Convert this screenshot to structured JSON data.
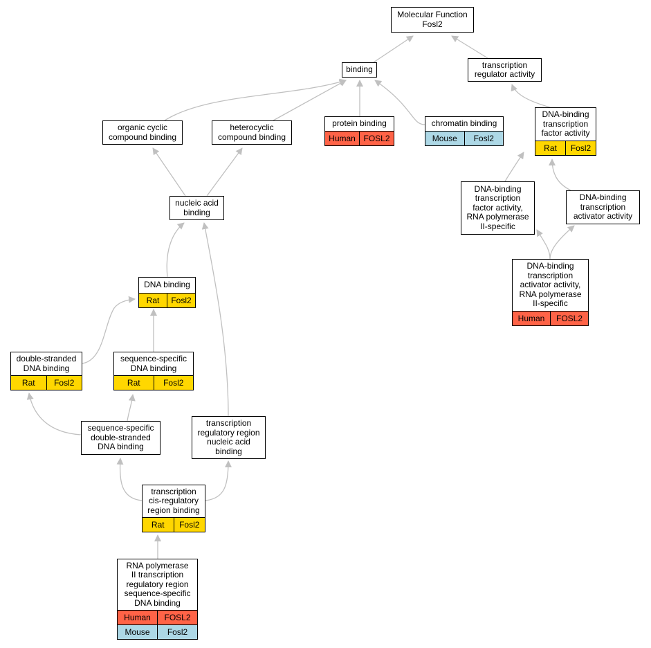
{
  "colors": {
    "edge": "#c0c0c0",
    "human": "#ff6347",
    "rat": "#ffd700",
    "mouse": "#add8e6"
  },
  "nodes": {
    "mf": {
      "title": "Molecular Function\nFosl2"
    },
    "binding": {
      "title": "binding"
    },
    "tra": {
      "title": "transcription\nregulator activity"
    },
    "ocb": {
      "title": "organic cyclic\ncompound binding"
    },
    "hcb": {
      "title": "heterocyclic\ncompound binding"
    },
    "pb": {
      "title": "protein binding",
      "rows": [
        {
          "species": "Human",
          "gene": "FOSL2"
        }
      ]
    },
    "cb": {
      "title": "chromatin binding",
      "rows": [
        {
          "species": "Mouse",
          "gene": "Fosl2"
        }
      ]
    },
    "dbtfa": {
      "title": "DNA-binding\ntranscription\nfactor activity",
      "rows": [
        {
          "species": "Rat",
          "gene": "Fosl2"
        }
      ]
    },
    "nab": {
      "title": "nucleic acid\nbinding"
    },
    "dbtfa2": {
      "title": "DNA-binding\ntranscription\nfactor activity,\nRNA polymerase\nII-specific"
    },
    "dbtaa": {
      "title": "DNA-binding\ntranscription\nactivator activity"
    },
    "dbtaa2": {
      "title": "DNA-binding\ntranscription\nactivator activity,\nRNA polymerase\nII-specific",
      "rows": [
        {
          "species": "Human",
          "gene": "FOSL2"
        }
      ]
    },
    "db": {
      "title": "DNA binding",
      "rows": [
        {
          "species": "Rat",
          "gene": "Fosl2"
        }
      ]
    },
    "dsdb": {
      "title": "double-stranded\nDNA binding",
      "rows": [
        {
          "species": "Rat",
          "gene": "Fosl2"
        }
      ]
    },
    "ssdb": {
      "title": "sequence-specific\nDNA binding",
      "rows": [
        {
          "species": "Rat",
          "gene": "Fosl2"
        }
      ]
    },
    "ssdsdb": {
      "title": "sequence-specific\ndouble-stranded\nDNA binding"
    },
    "trrnab": {
      "title": "transcription\nregulatory region\nnucleic acid\nbinding"
    },
    "tcrrb": {
      "title": "transcription\ncis-regulatory\nregion binding",
      "rows": [
        {
          "species": "Rat",
          "gene": "Fosl2"
        }
      ]
    },
    "rnap": {
      "title": "RNA polymerase\nII transcription\nregulatory region\nsequence-specific\nDNA binding",
      "rows": [
        {
          "species": "Human",
          "gene": "FOSL2"
        },
        {
          "species": "Mouse",
          "gene": "Fosl2"
        }
      ]
    }
  }
}
